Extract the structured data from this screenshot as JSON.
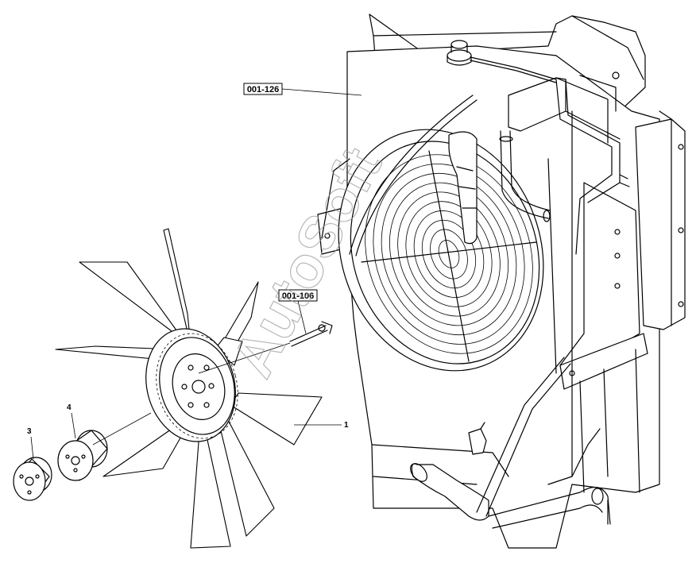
{
  "labels": {
    "ref_top": "001-126",
    "ref_mid": "001-106",
    "item_1": "1",
    "item_3": "3",
    "item_4": "4"
  },
  "watermark": "AutoSoft",
  "colors": {
    "line": "#000000",
    "watermark": "#999999",
    "background": "#ffffff"
  }
}
